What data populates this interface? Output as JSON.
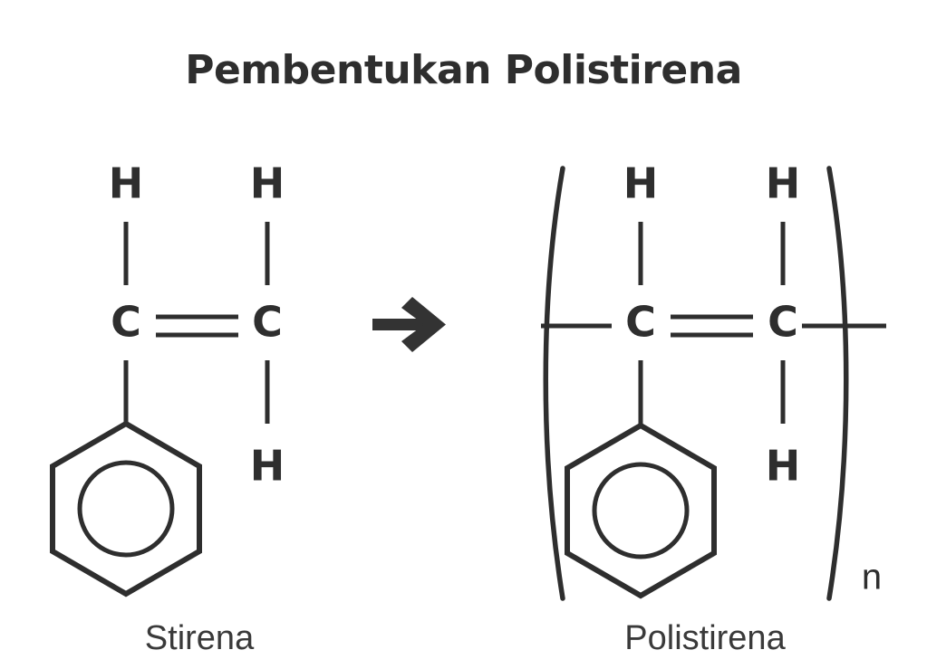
{
  "title": "Pembentukan Polistirena",
  "background_color": "#ffffff",
  "stroke_color": "#2e2e2e",
  "reaction": {
    "arrow_icon": "right-arrow-icon",
    "reactant": {
      "name": "Stirena",
      "caption": "Stirena",
      "atoms": {
        "h_top_left": "H",
        "h_top_right": "H",
        "c_left": "C",
        "c_right": "C",
        "h_bottom_right": "H"
      },
      "ring_icon": "benzene-ring-icon",
      "bond_type": "double"
    },
    "product": {
      "name": "Polistirena",
      "caption": "Polistirena",
      "atoms": {
        "h_top_left": "H",
        "h_top_right": "H",
        "c_left": "C",
        "c_right": "C",
        "h_bottom_right": "H"
      },
      "ring_icon": "benzene-ring-icon",
      "bond_type": "double",
      "repeat_subscript": "n",
      "bracket_icon": "polymer-parenthesis-icon"
    }
  }
}
